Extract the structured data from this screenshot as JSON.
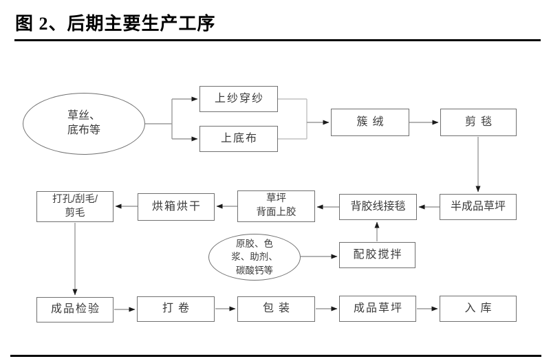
{
  "figure": {
    "title": "图 2、后期主要生产工序"
  },
  "flowchart": {
    "nodes": {
      "raw_materials": "草丝、\n底布等",
      "yarn_threading": "上纱穿纱",
      "base_cloth_feeding": "上底布",
      "tufting": "簇绒",
      "carpet_cutting": "剪毯",
      "semi_finished_turf": "半成品草坪",
      "glue_line_joining": "背胶线接毯",
      "turf_back_gluing": "草坪\n背面上胶",
      "oven_drying": "烘箱烘干",
      "punching_scraping_trimming": "打孔/刮毛/\n剪毛",
      "glue_ingredients": "原胶、色\n浆、助剂、\n碳酸钙等",
      "glue_mixing": "配胶搅拌",
      "finished_inspection": "成品检验",
      "rolling": "打卷",
      "packaging": "包装",
      "finished_turf": "成品草坪",
      "warehousing": "入库"
    },
    "colors": {
      "box_border": "#6f6f6f",
      "connector": "#9a9a9a",
      "merge_connector": "#c0c0c0",
      "arrowhead": "#1a1a1a",
      "node_text": "#3a3a3a",
      "title_text": "#000000",
      "rule": "#000000"
    }
  }
}
